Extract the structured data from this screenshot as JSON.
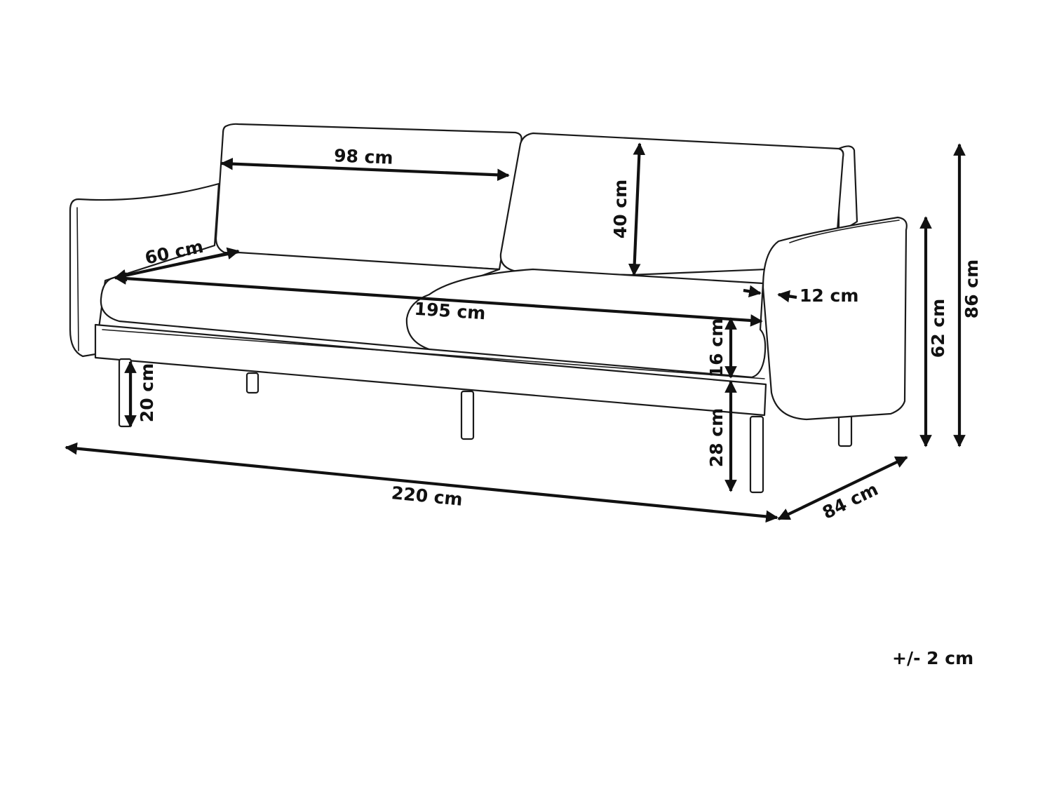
{
  "dimensions": {
    "backrest_cushion_width": "98 cm",
    "backrest_height": "40 cm",
    "seat_depth": "60 cm",
    "seat_width": "195 cm",
    "armrest_width": "12 cm",
    "seat_cushion_height": "16 cm",
    "leg_height": "20 cm",
    "seat_height": "28 cm",
    "total_width": "220 cm",
    "total_depth": "84 cm",
    "armrest_height": "62 cm",
    "total_height": "86 cm"
  },
  "tolerance": "+/- 2 cm",
  "colors": {
    "line": "#1a1a1a",
    "background": "#ffffff"
  }
}
